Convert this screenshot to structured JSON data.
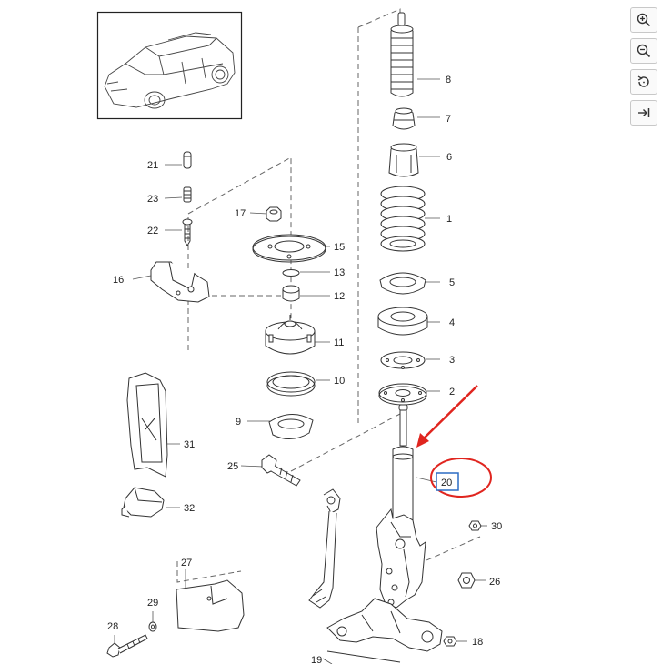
{
  "labels": {
    "l1": "1",
    "l2": "2",
    "l3": "3",
    "l4": "4",
    "l5": "5",
    "l6": "6",
    "l7": "7",
    "l8": "8",
    "l9": "9",
    "l10": "10",
    "l11": "11",
    "l12": "12",
    "l13": "13",
    "l15": "15",
    "l16": "16",
    "l17": "17",
    "l18": "18",
    "l19": "19",
    "l20": "20",
    "l21": "21",
    "l22": "22",
    "l23": "23",
    "l25": "25",
    "l26": "26",
    "l27": "27",
    "l28": "28",
    "l29": "29",
    "l30": "30",
    "l31": "31",
    "l32": "32"
  },
  "highlight": {
    "part": "20",
    "color": "#e0251f",
    "box_color": "#2b6cc4"
  },
  "toolbar": {
    "buttons": [
      {
        "name": "zoom-in",
        "icon": "zoom-in-icon"
      },
      {
        "name": "zoom-out",
        "icon": "zoom-out-icon"
      },
      {
        "name": "rotate",
        "icon": "rotate-icon"
      },
      {
        "name": "expand",
        "icon": "arrow-right-bar-icon"
      }
    ]
  }
}
